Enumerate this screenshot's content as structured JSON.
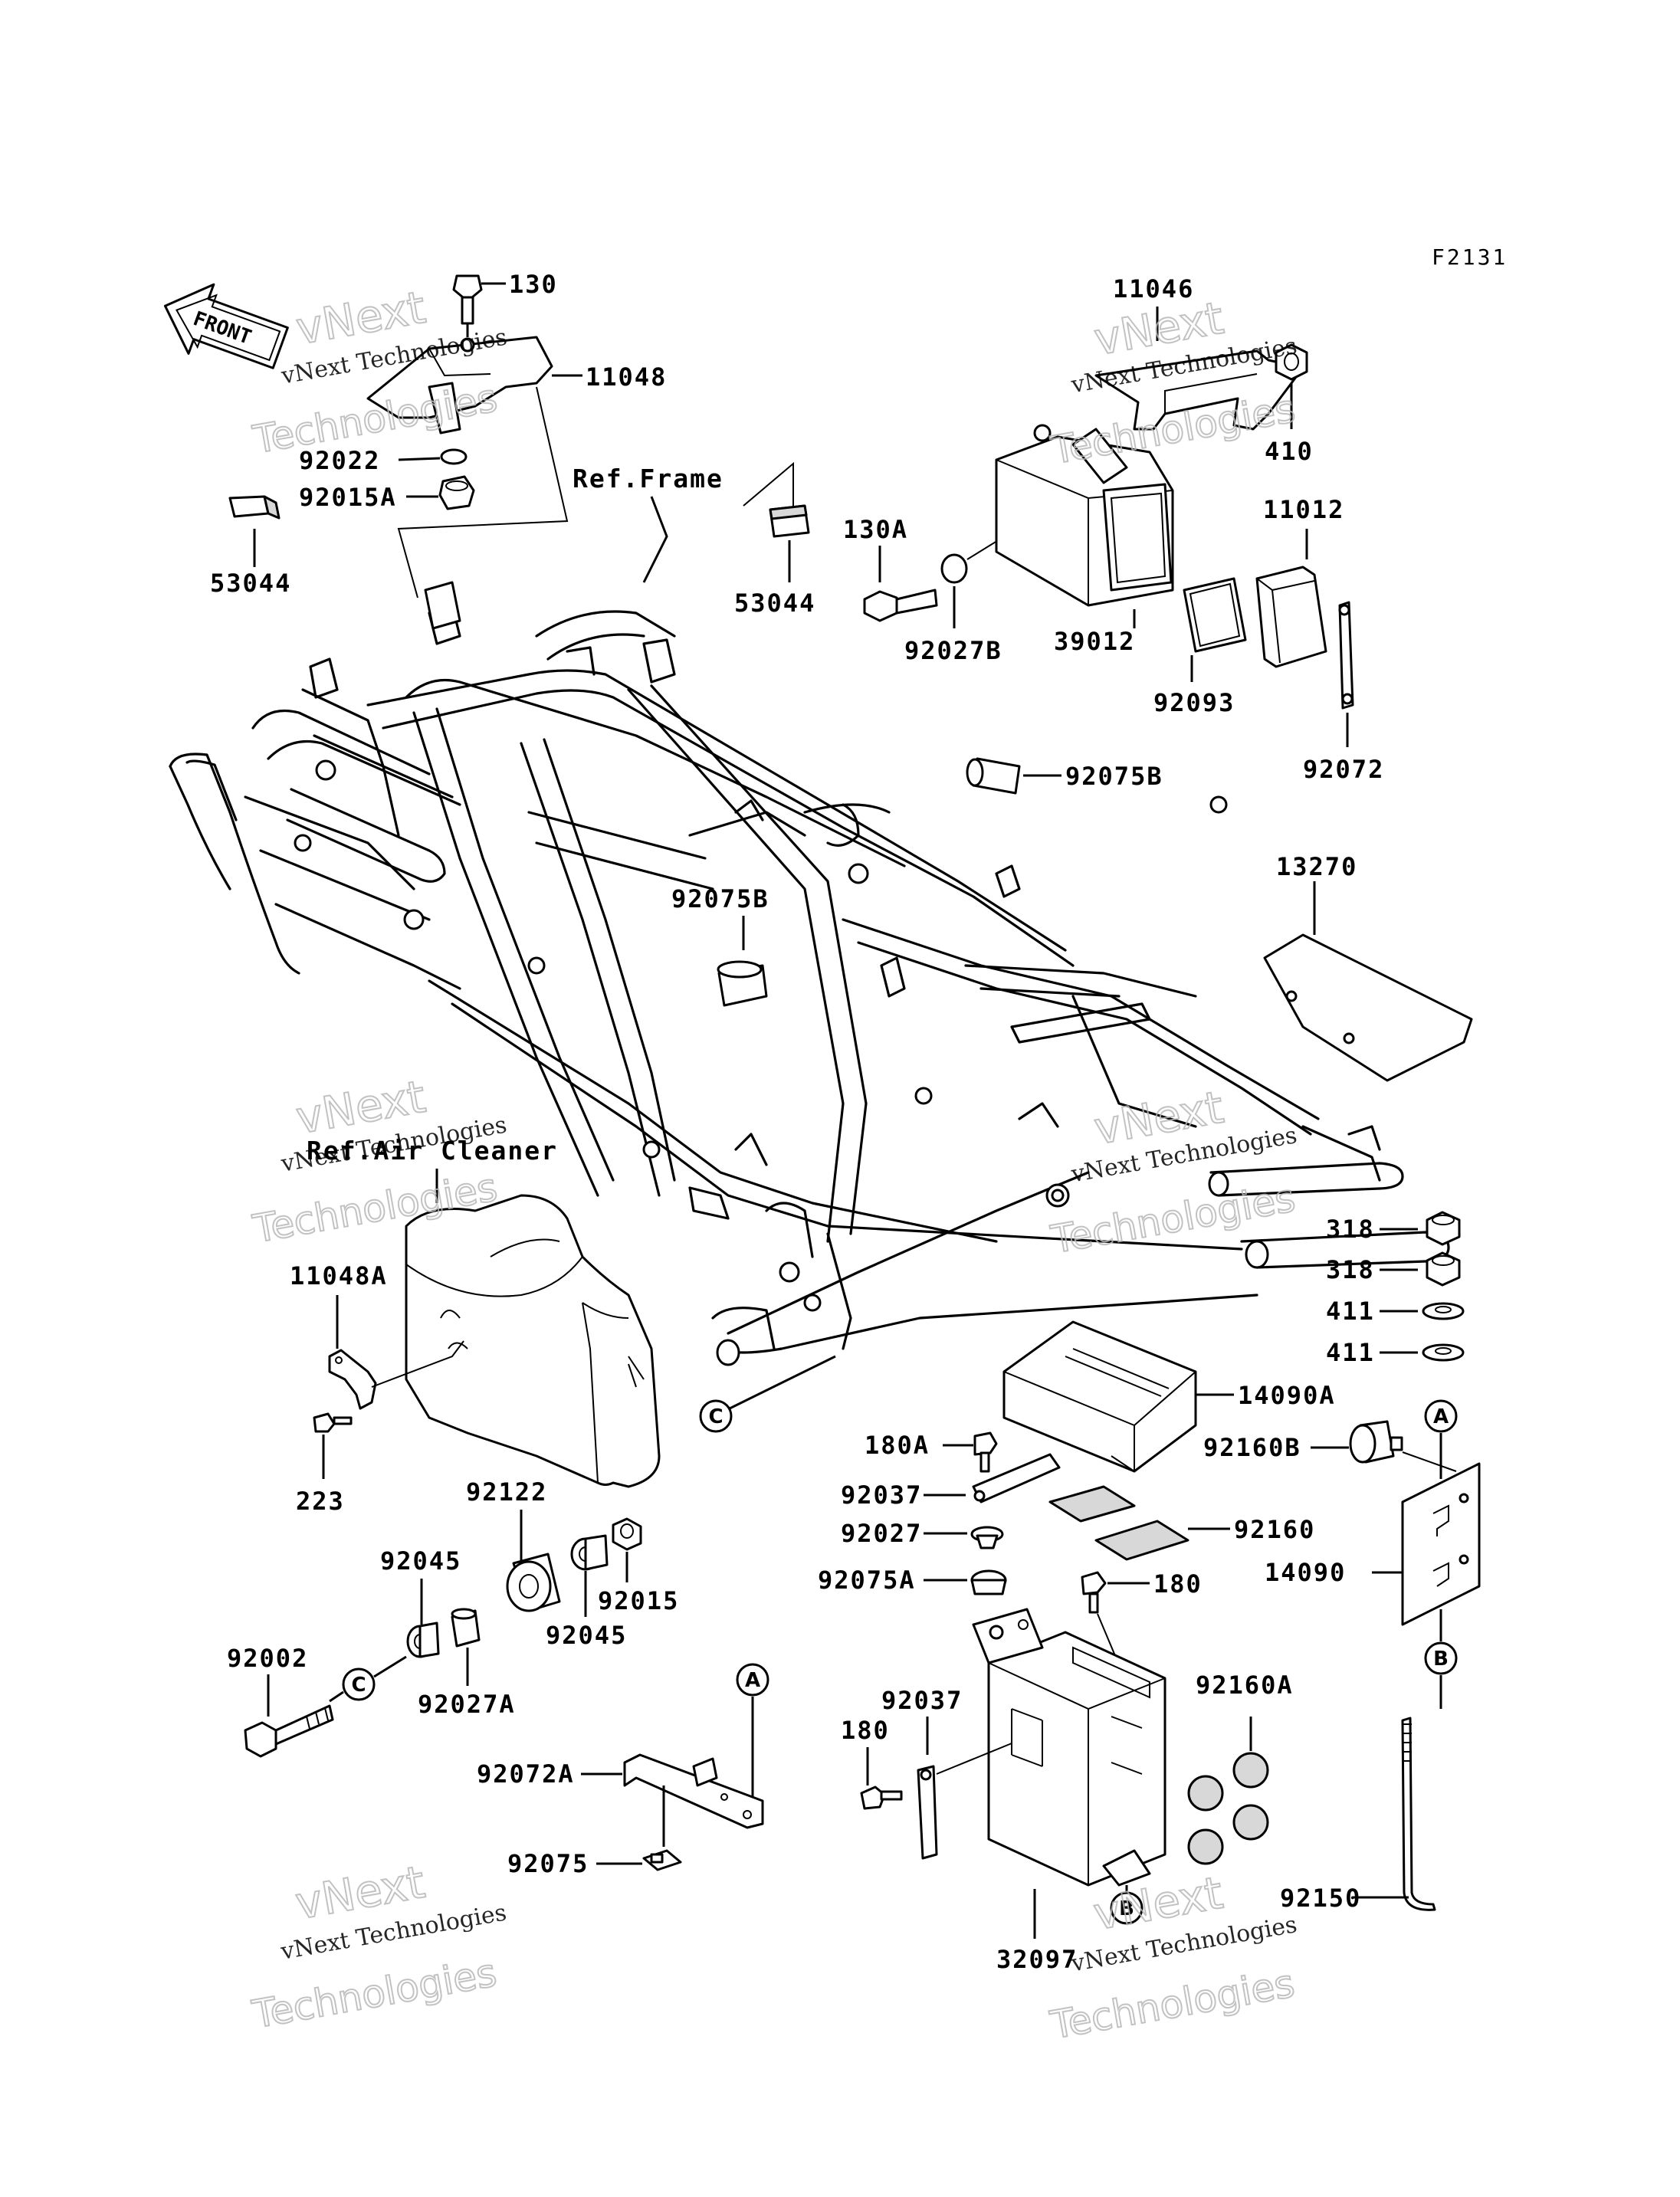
{
  "diagram": {
    "code": "F2131",
    "front_label": "FRONT",
    "refs": {
      "frame": "Ref.Frame",
      "air_cleaner": "Ref.Air Cleaner"
    },
    "watermark": {
      "line1": "vNext Technologies",
      "line2": "vNext",
      "line3": "Technologies"
    },
    "connectors": [
      "A",
      "B",
      "C"
    ],
    "parts": {
      "p130": "130",
      "p11048": "11048",
      "p92022": "92022",
      "p92015A": "92015A",
      "p53044_left": "53044",
      "p53044_mid": "53044",
      "p130A": "130A",
      "p92027B": "92027B",
      "p39012": "39012",
      "p11046": "11046",
      "p410": "410",
      "p11012": "11012",
      "p92093": "92093",
      "p92072": "92072",
      "p92075B_top": "92075B",
      "p92075B_mid": "92075B",
      "p13270": "13270",
      "p318_a": "318",
      "p318_b": "318",
      "p411_a": "411",
      "p411_b": "411",
      "p14090A": "14090A",
      "p180A": "180A",
      "p92160B": "92160B",
      "p92037_top": "92037",
      "p92160": "92160",
      "p92027": "92027",
      "p14090": "14090",
      "p92075A": "92075A",
      "p180_right": "180",
      "p92160A": "92160A",
      "p92037_bot": "92037",
      "p180_left": "180",
      "p32097": "32097",
      "p92150": "92150",
      "p11048A": "11048A",
      "p223": "223",
      "p92122": "92122",
      "p92045_left": "92045",
      "p92045_right": "92045",
      "p92015": "92015",
      "p92002": "92002",
      "p92027A": "92027A",
      "p92072A": "92072A",
      "p92075": "92075"
    }
  }
}
